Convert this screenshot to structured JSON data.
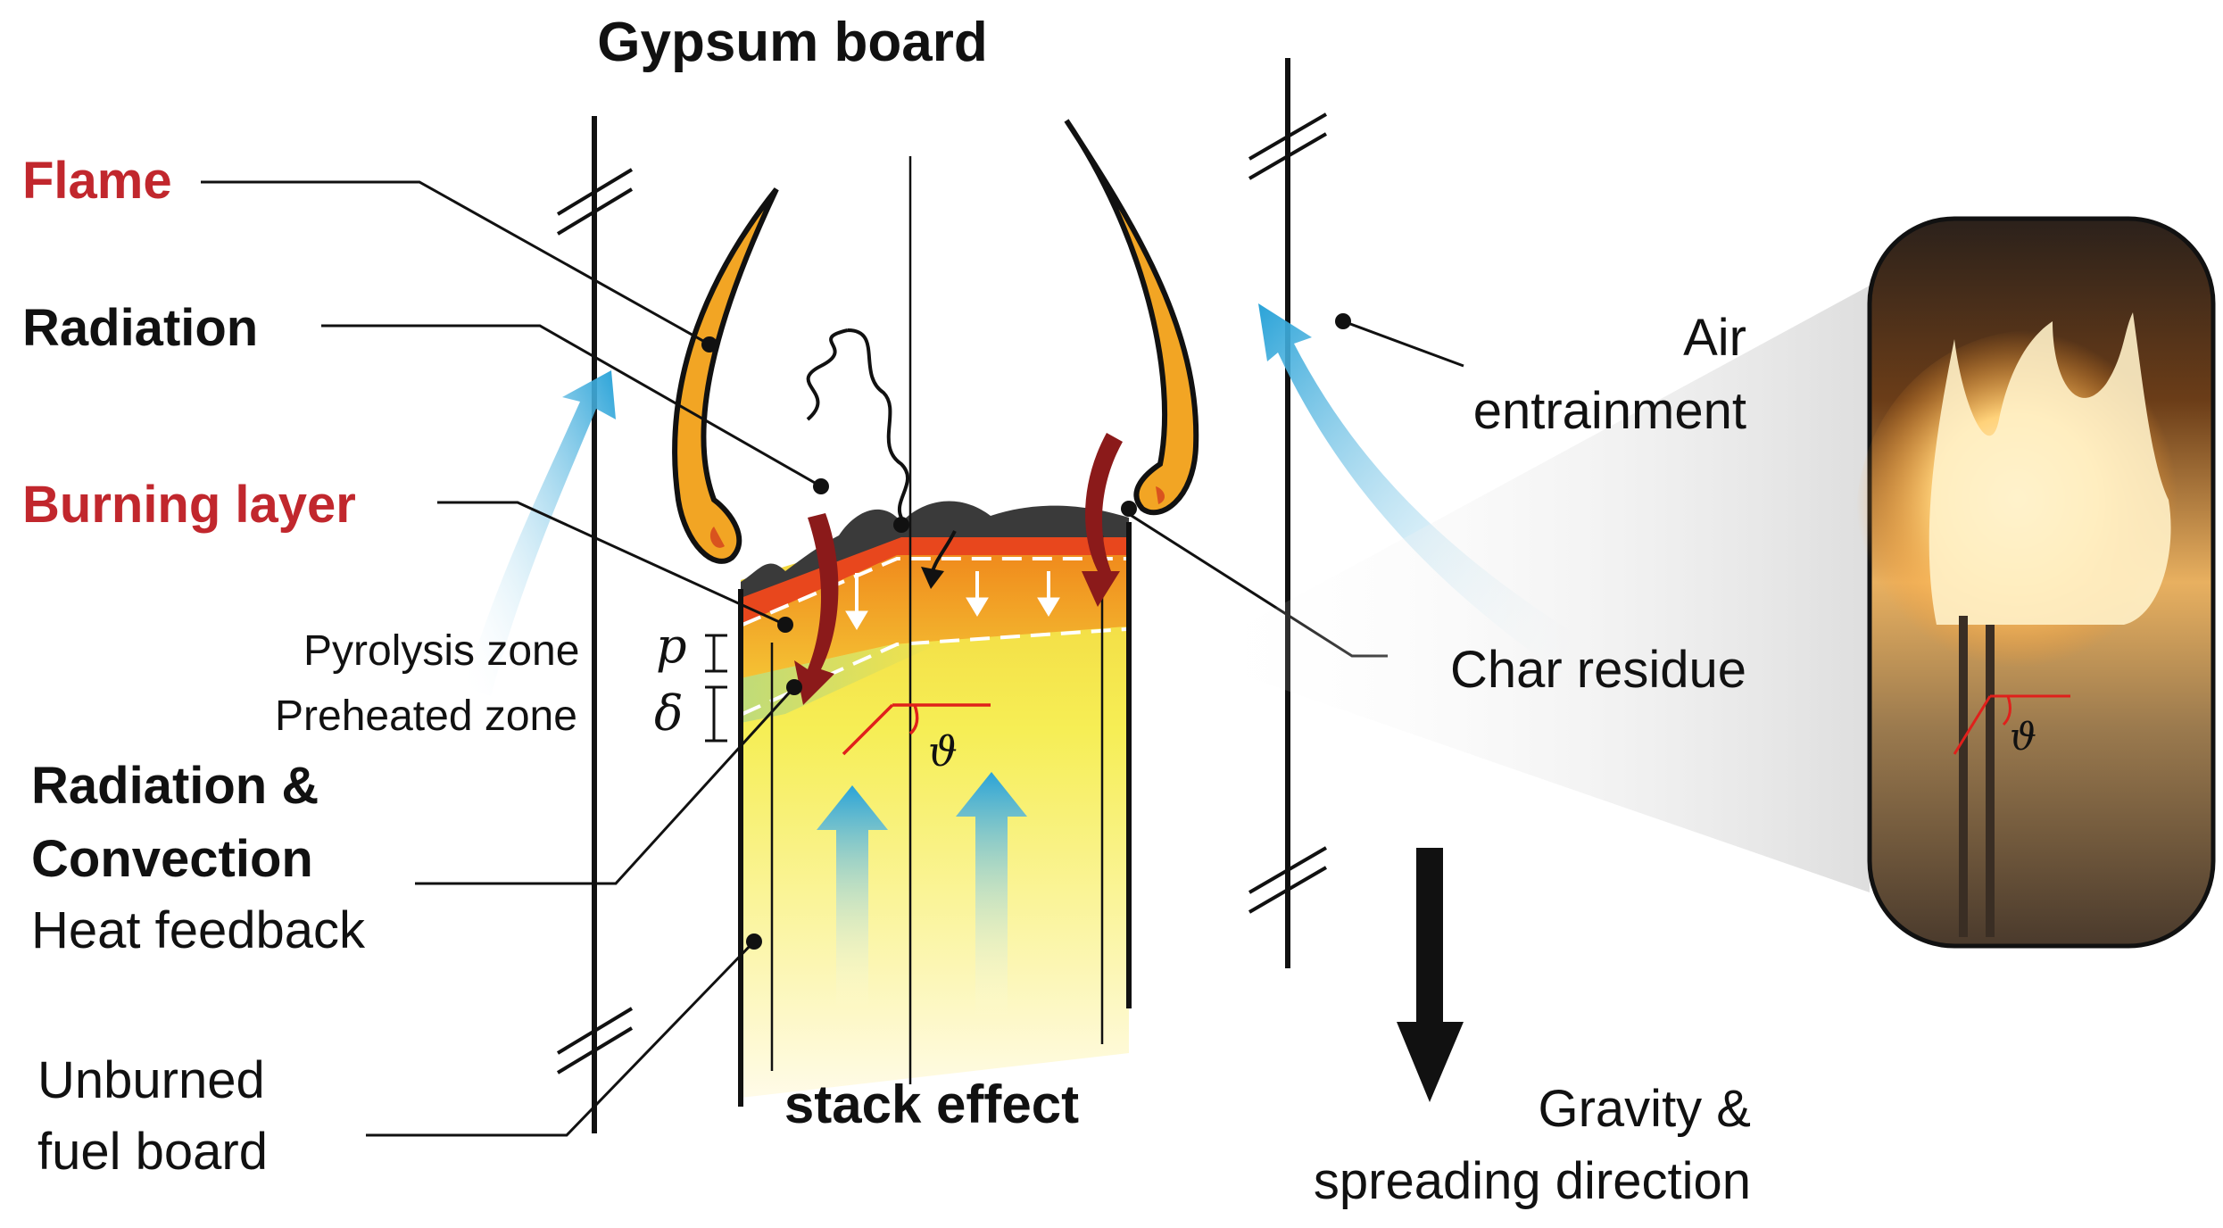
{
  "title": "Gypsum board",
  "labels": {
    "flame": "Flame",
    "radiation": "Radiation",
    "burning_layer": "Burning layer",
    "pyrolysis_zone": "Pyrolysis zone",
    "pyrolysis_symbol": "p",
    "preheated_zone": "Preheated zone",
    "preheated_symbol": "δ",
    "rad_conv_line1": "Radiation &",
    "rad_conv_line2": "Convection",
    "heat_feedback": "Heat feedback",
    "unburned_line1": "Unburned",
    "unburned_line2": "fuel board",
    "stack_effect": "stack effect",
    "air_line1": "Air",
    "air_line2": "entrainment",
    "char_residue": "Char residue",
    "gravity_line1": "Gravity &",
    "gravity_line2": "spreading direction",
    "angle_symbol": "ϑ",
    "photo_angle_symbol": "ϑ"
  },
  "colors": {
    "flame_label": "#c1272d",
    "burning_label": "#c1272d",
    "flame_fill": "#f2a524",
    "fuel_yellow": "#f5ec3c",
    "burning_red": "#e8471d",
    "char": "#3a3a3a",
    "air_arrow": "#3aa8d8",
    "heat_arrow": "#8b1a1a",
    "angle_line": "#e0201b"
  }
}
